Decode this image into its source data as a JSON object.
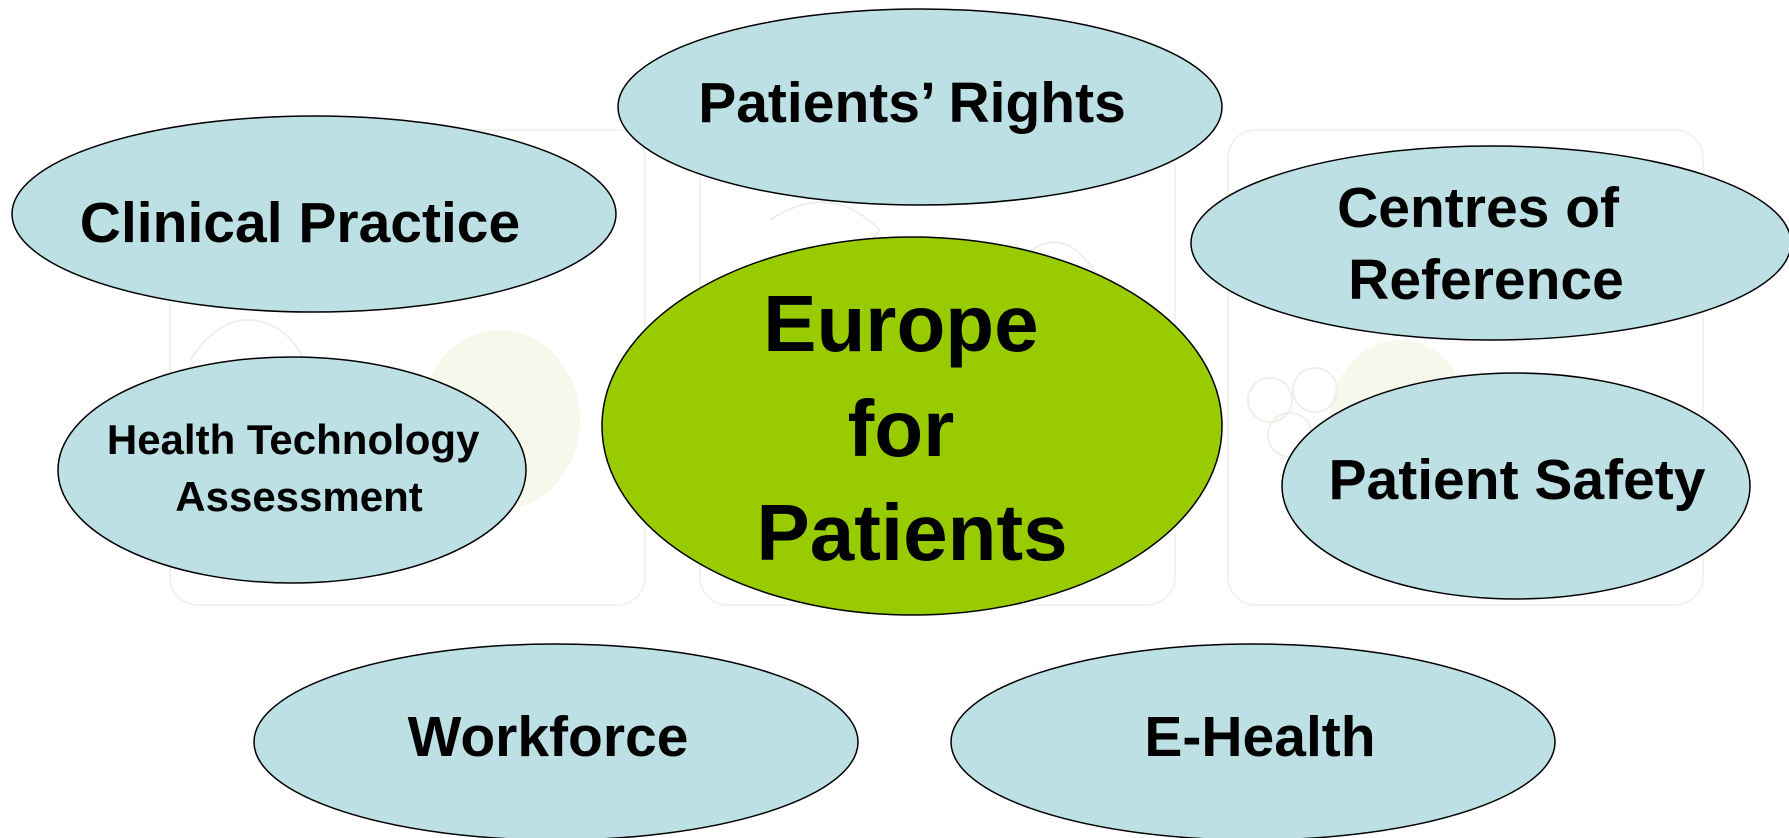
{
  "diagram": {
    "center": {
      "lines": [
        "Europe",
        "for",
        "Patients"
      ],
      "color": "#99cc00"
    },
    "topics": [
      {
        "id": "patients-rights",
        "lines": [
          "Patients’ Rights"
        ]
      },
      {
        "id": "clinical-practice",
        "lines": [
          "Clinical Practice"
        ]
      },
      {
        "id": "centres-of-reference",
        "lines": [
          "Centres of",
          "Reference"
        ]
      },
      {
        "id": "health-technology-assessment",
        "lines": [
          "Health Technology",
          "Assessment"
        ]
      },
      {
        "id": "patient-safety",
        "lines": [
          "Patient Safety"
        ]
      },
      {
        "id": "workforce",
        "lines": [
          "Workforce"
        ]
      },
      {
        "id": "e-health",
        "lines": [
          "E-Health"
        ]
      }
    ],
    "topic_color": "#bde0e5"
  }
}
